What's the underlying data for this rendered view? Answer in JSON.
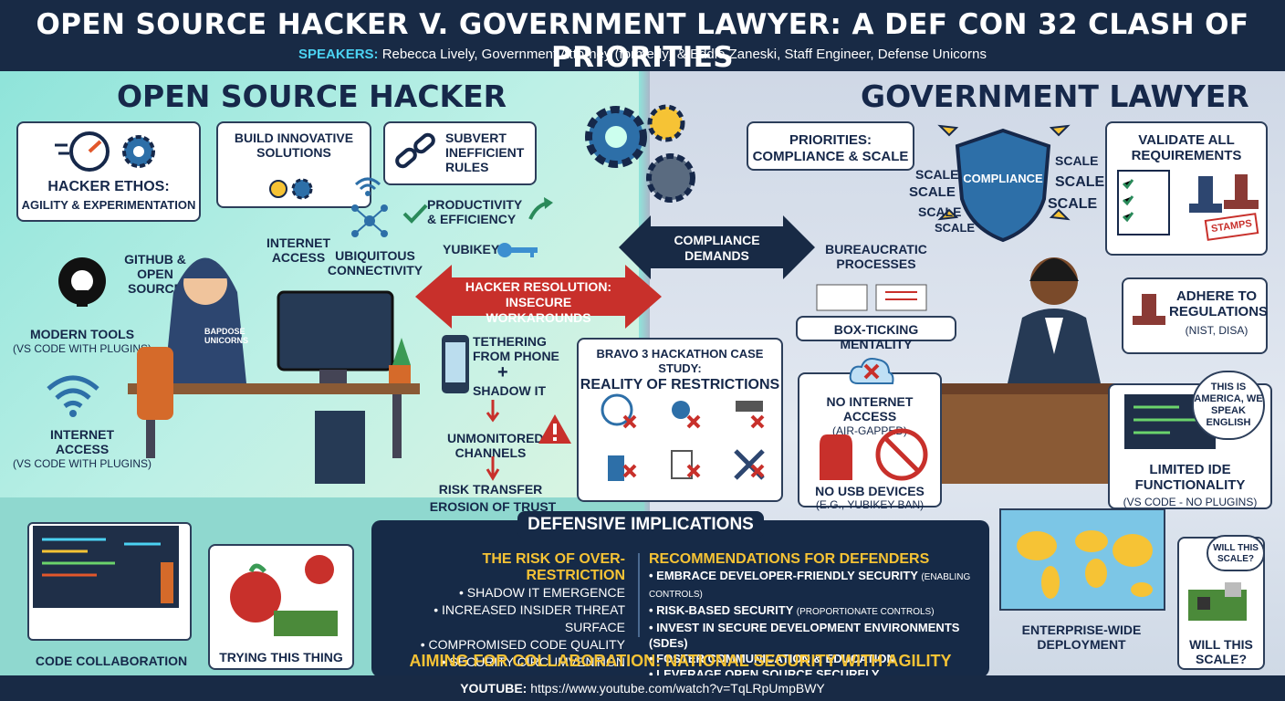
{
  "header": {
    "title": "OPEN SOURCE HACKER V. GOVERNMENT LAWYER: A DEF CON 32 CLASH OF PRIORITIES",
    "speakers_label": "SPEAKERS:",
    "speakers": "Rebecca Lively, Government Attorney (formerly) & Eddie Zaneski, Staff Engineer, Defense Unicorns"
  },
  "left": {
    "title": "OPEN SOURCE HACKER",
    "ethos": "HACKER ETHOS:",
    "ethos_sub": "AGILITY & EXPERIMENTATION",
    "build": "BUILD INNOVATIVE SOLUTIONS",
    "subvert": "SUBVERT INEFFICIENT RULES",
    "productivity": "PRODUCTIVITY & EFFICIENCY",
    "github": "GITHUB & OPEN SOURCE",
    "internet1": "INTERNET ACCESS",
    "ubiq": "UBIQUITOUS CONNECTIVITY",
    "yubikey": "YUBIKEY",
    "modern": "MODERN TOOLS",
    "modern_sub": "(VS CODE WITH PLUGINS)",
    "internet2": "INTERNET ACCESS",
    "internet2_sub": "(VS CODE WITH PLUGINS)",
    "hoodie": "BAPDOSE UNICORNS",
    "code": "CODE COLLABORATION",
    "trying": "TRYING THIS THING"
  },
  "middle": {
    "resolution": "HACKER RESOLUTION: INSECURE WORKAROUNDS",
    "compliance_demands": "COMPLIANCE DEMANDS",
    "tethering": "TETHERING FROM PHONE",
    "plus": "+",
    "shadow": "SHADOW IT",
    "unmonitored": "UNMONITORED CHANNELS",
    "risk": "RISK TRANSFER",
    "erosion": "EROSION OF TRUST",
    "bravo1": "BRAVO 3 HACKATHON CASE STUDY:",
    "bravo2": "REALITY OF RESTRICTIONS"
  },
  "right": {
    "title": "GOVERNMENT LAWYER",
    "priorities": "PRIORITIES: COMPLIANCE & SCALE",
    "compliance": "COMPLIANCE",
    "scale": "SCALE",
    "validate": "VALIDATE ALL REQUIREMENTS",
    "stamps": "STAMPS",
    "bureau": "BUREAUCRATIC PROCESSES",
    "boxtick": "BOX-TICKING MENTALITY",
    "adhere": "ADHERE TO REGULATIONS",
    "adhere_sub": "(NIST, DISA)",
    "noinet": "NO INTERNET ACCESS",
    "noinet_sub": "(AIR-GAPPED)",
    "nousb": "NO USB DEVICES",
    "nousb_sub": "(E.G., YUBIKEY BAN)",
    "speech": "THIS IS AMERICA, WE SPEAK ENGLISH",
    "limited": "LIMITED IDE FUNCTIONALITY",
    "limited_sub": "(VS CODE - NO PLUGINS)",
    "enterprise": "ENTERPRISE-WIDE DEPLOYMENT",
    "willscale": "WILL THIS SCALE?"
  },
  "defensive": {
    "title": "DEFENSIVE IMPLICATIONS",
    "risk_title": "THE RISK OF OVER-RESTRICTION",
    "risks": [
      "• SHADOW IT EMERGENCE",
      "• INCREASED INSIDER THREAT SURFACE",
      "• COMPROMISED CODE QUALITY",
      "• SECURITY CIRCUMVENTION"
    ],
    "rec_title": "RECOMMENDATIONS FOR DEFENDERS",
    "recs": [
      {
        "b": "• EMBRACE DEVELOPER-FRIENDLY SECURITY",
        "s": "(ENABLING CONTROLS)"
      },
      {
        "b": "• RISK-BASED SECURITY",
        "s": "(PROPORTIONATE CONTROLS)"
      },
      {
        "b": "• INVEST IN SECURE DEVELOPMENT ENVIRONMENTS (SDEs)",
        "s": ""
      },
      {
        "b": "• FOSTER COMMUNICATION & EDUCATION",
        "s": ""
      },
      {
        "b": "• LEVERAGE OPEN SOURCE SECURELY",
        "s": ""
      }
    ],
    "aim": "AIMING FOR COLLABORATION: NATIONAL SECURITY WITH AGILITY"
  },
  "footer": {
    "label": "YOUTUBE:",
    "url": "https://www.youtube.com/watch?v=TqLRpUmpBWY"
  },
  "colors": {
    "navy": "#182a45",
    "teal": "#8fe4da",
    "red": "#c8302b",
    "yellow": "#f6c335",
    "cyan": "#4bd2f2"
  }
}
